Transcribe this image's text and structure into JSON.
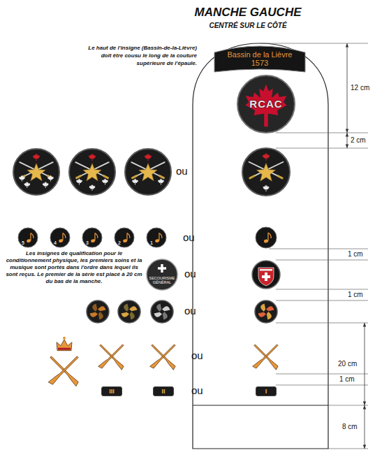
{
  "diagram": {
    "title": "MANCHE GAUCHE",
    "nodes": [
      {
        "text": [
          "Bassin de la Lièvre",
          "1573"
        ]
      },
      {
        "text": [
          "RCAC"
        ]
      },
      {
        "text": [
          "5"
        ]
      },
      {
        "text": [
          "4"
        ]
      },
      {
        "text": [
          "3"
        ]
      },
      {
        "text": [
          "2"
        ]
      },
      {
        "text": [
          "1"
        ]
      },
      {
        "text": [
          "SECOURISME GÉNÉRAL"
        ]
      },
      {
        "text": [
          "III"
        ]
      },
      {
        "text": [
          "II"
        ]
      },
      {
        "text": [
          "I"
        ]
      }
    ],
    "labels": [
      "CENTRÉ SUR LE CÔTÉ",
      "Le haut de l'insigne (Bassin-de-la-Lièvre) doit être cousu le long de la couture supérieure de l'épaule.",
      "12 cm",
      "2 cm",
      "ou",
      "ou",
      "1 cm",
      "Les insignes de qualification pour le conditionnement physique, les premiers soins et la musique sont portés dans l'ordre dans lequel ils sont reçus. Le premier de la série est placé à 20 cm du bas de la manche.",
      "ou",
      "1 cm",
      "ou",
      "20 cm",
      "ou",
      "1 cm",
      "ou",
      "8 cm"
    ]
  }
}
